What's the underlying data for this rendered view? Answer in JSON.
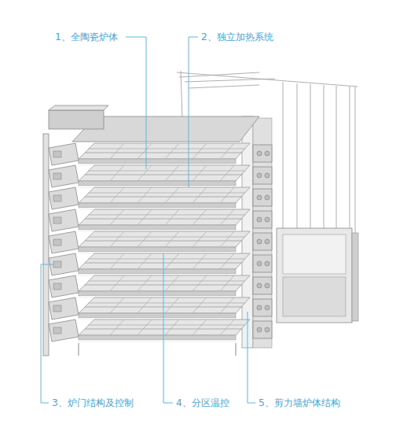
{
  "diagram": {
    "labels": [
      "1、全陶瓷炉体",
      "2、独立加热系统",
      "3、炉门结构及控制",
      "4、分区温控",
      "5、剪力墙炉体结构"
    ]
  }
}
